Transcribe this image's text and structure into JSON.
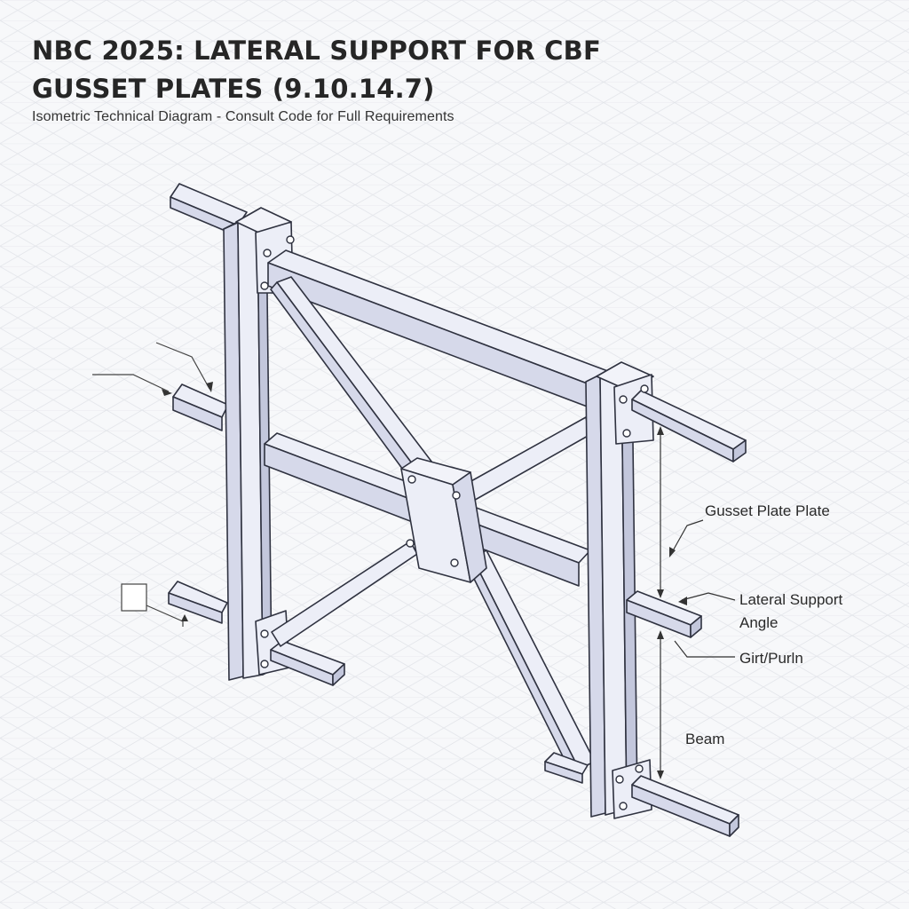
{
  "header": {
    "title_line1": "NBC 2025: LATERAL SUPPORT FOR CBF",
    "title_line2": "GUSSET PLATES (9.10.14.7)",
    "subtitle": "Isometric Technical Diagram - Consult Code for Full Requirements"
  },
  "labels": {
    "gusset_plate": "Gusset Plate Plate",
    "lateral_support_line1": "Lateral Support",
    "lateral_support_line2": "Angle",
    "girt_purlin": "Girt/Purln",
    "beam": "Beam"
  },
  "colors": {
    "steel_face": "#eceef7",
    "steel_side": "#d6d9ea",
    "steel_dark": "#c3c7dc",
    "outline": "#2f3240",
    "background": "#f7f8fa",
    "grid": "#e3e5ea"
  }
}
